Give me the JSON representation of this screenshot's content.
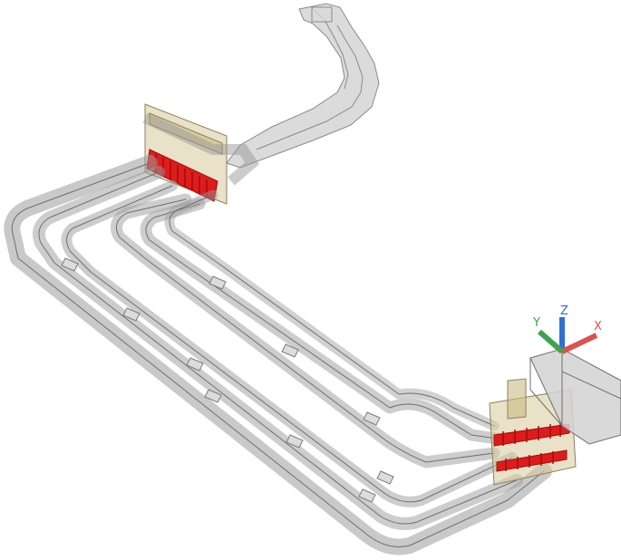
{
  "viewport": {
    "background": "#ffffff"
  },
  "model": {
    "description_visible": false,
    "tray_color": "#b9b9b9",
    "tray_edge_color": "#7d7d7d",
    "connector_color": "#e01b1b",
    "bracket_color": "#c7b98a"
  },
  "ucs_icon": {
    "x_label": "X",
    "y_label": "Y",
    "z_label": "Z",
    "x_color": "#d9534f",
    "y_color": "#3fa34d",
    "z_color": "#2f6fd6",
    "icon_name": "ucs-axes-icon"
  }
}
